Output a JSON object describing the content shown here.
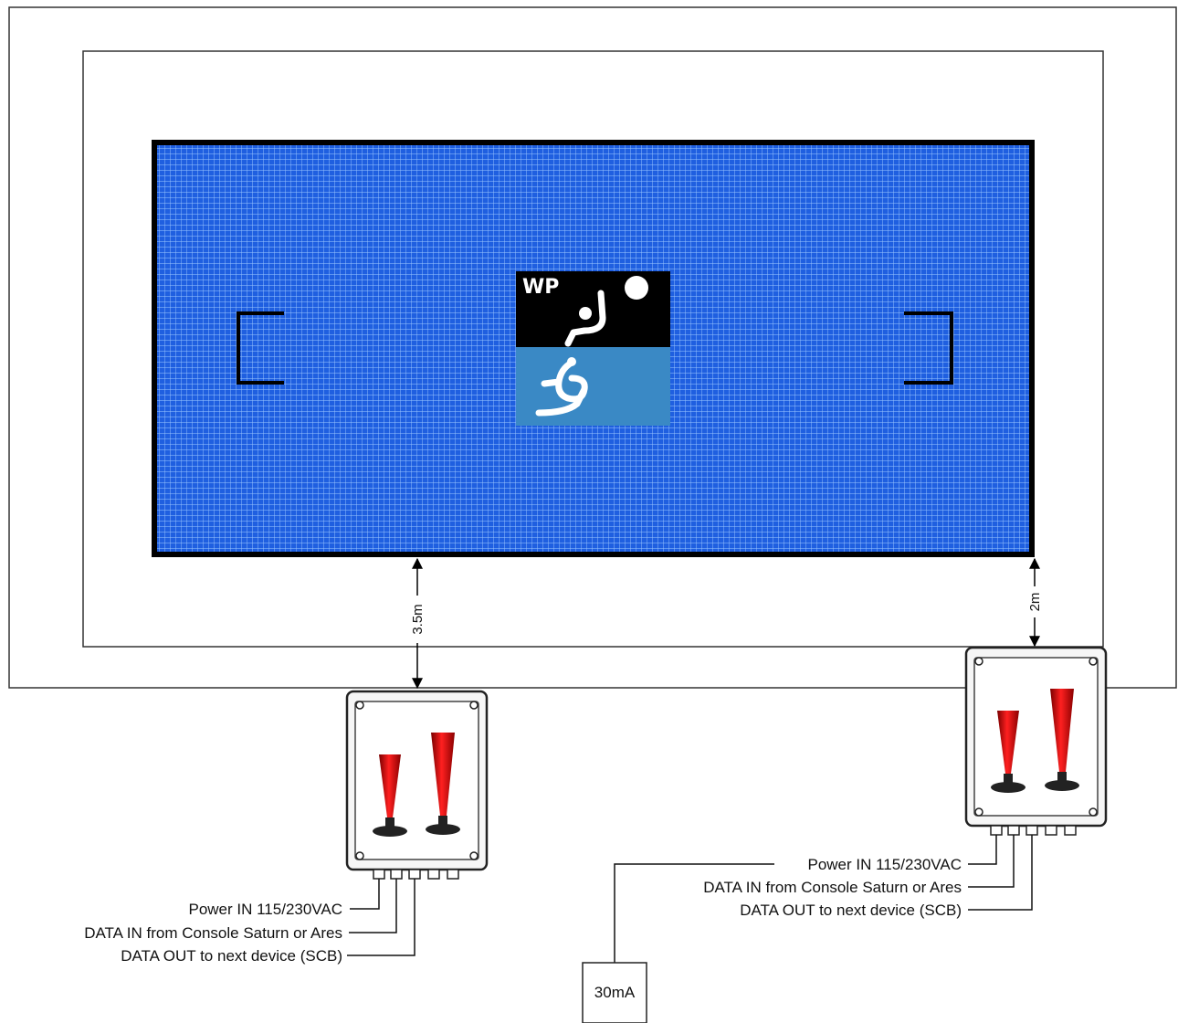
{
  "logo": {
    "text": "WP",
    "top_color": "#000000",
    "bottom_color": "#3a89c5",
    "icon": "water-polo-player-icon"
  },
  "pool": {
    "water_color": "#1f5fe0",
    "grid_color": "#9cc8ff",
    "border_color": "#000000"
  },
  "dimensions": {
    "left_clearance": "3.5m",
    "right_clearance": "2m"
  },
  "control_boxes": [
    {
      "name": "left-horn-box",
      "horn_color": "#cc0000",
      "connections": [
        "Power IN 115/230VAC",
        "DATA IN from Console Saturn or Ares",
        "DATA OUT to next device (SCB)"
      ]
    },
    {
      "name": "right-horn-box",
      "horn_color": "#cc0000",
      "connections": [
        "Power IN 115/230VAC",
        "DATA IN from Console Saturn or Ares",
        "DATA OUT to next device (SCB)"
      ]
    }
  ],
  "breaker": {
    "label": "30mA"
  }
}
